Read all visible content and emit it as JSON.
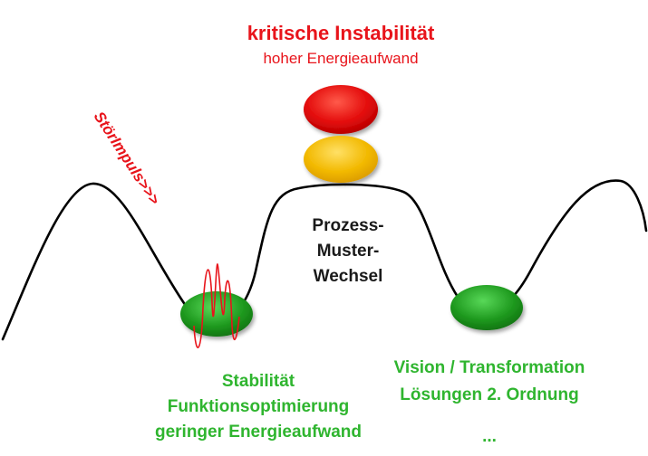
{
  "top": {
    "title": "kritische Instabilität",
    "subtitle": "hoher Energieaufwand"
  },
  "impulse_label": "StörImpuls>>>",
  "center": {
    "lines": [
      "Prozess-",
      "Muster-",
      "Wechsel"
    ]
  },
  "left_state": {
    "lines": [
      "Stabilität",
      "Funktionsoptimierung",
      "geringer Energieaufwand"
    ]
  },
  "right_state": {
    "lines": [
      "Vision / Transformation",
      "Lösungen 2. Ordnung",
      "..."
    ]
  },
  "colors": {
    "red": "#e8141b",
    "green": "#2fb52f",
    "curve": "#000000",
    "ball_red": "#e30b0b",
    "ball_yellow": "#f2b900",
    "ball_green": "#1f9a1f"
  }
}
